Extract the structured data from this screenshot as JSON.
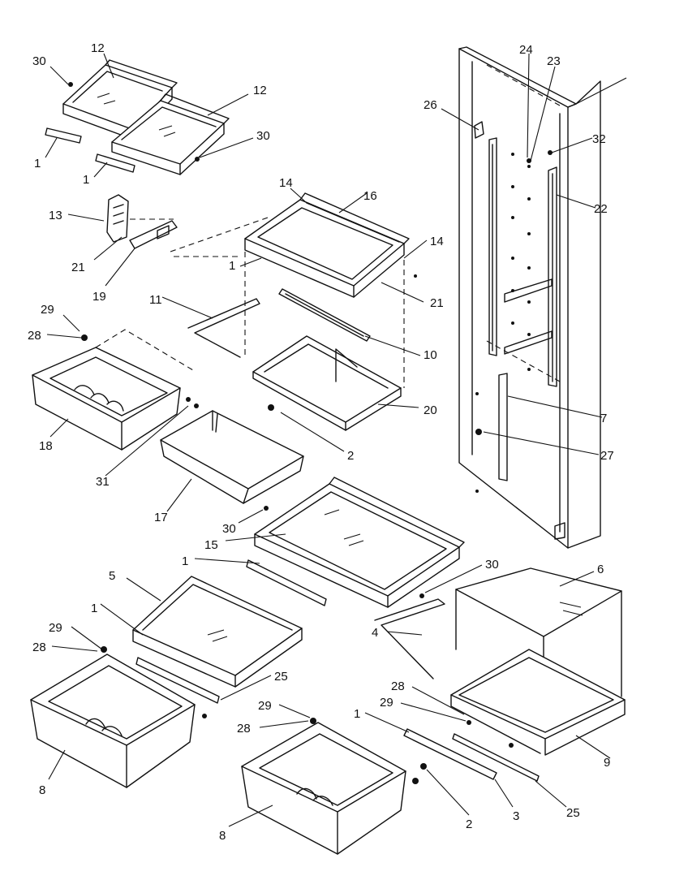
{
  "diagram": {
    "callouts": [
      "30",
      "12",
      "12",
      "1",
      "30",
      "1",
      "13",
      "21",
      "19",
      "14",
      "16",
      "1",
      "14",
      "21",
      "11",
      "29",
      "28",
      "10",
      "18",
      "20",
      "2",
      "31",
      "17",
      "30",
      "15",
      "1",
      "30",
      "5",
      "6",
      "4",
      "1",
      "29",
      "28",
      "25",
      "28",
      "29",
      "1",
      "29",
      "28",
      "9",
      "8",
      "2",
      "3",
      "25",
      "8",
      "26",
      "24",
      "23",
      "32",
      "22",
      "7",
      "27"
    ]
  }
}
